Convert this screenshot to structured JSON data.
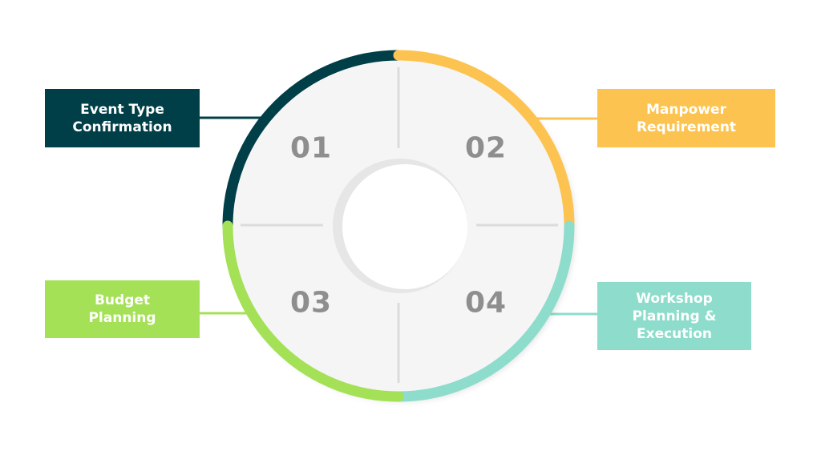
{
  "steps": [
    {
      "number": "01",
      "label": "Event Type Confirmation",
      "color": "#003f47"
    },
    {
      "number": "02",
      "label": "Manpower Requirement",
      "color": "#fcc350"
    },
    {
      "number": "03",
      "label": "Budget Planning",
      "color": "#a4e157"
    },
    {
      "number": "04",
      "label": "Workshop Planning & Execution",
      "color": "#8ddccc"
    }
  ]
}
